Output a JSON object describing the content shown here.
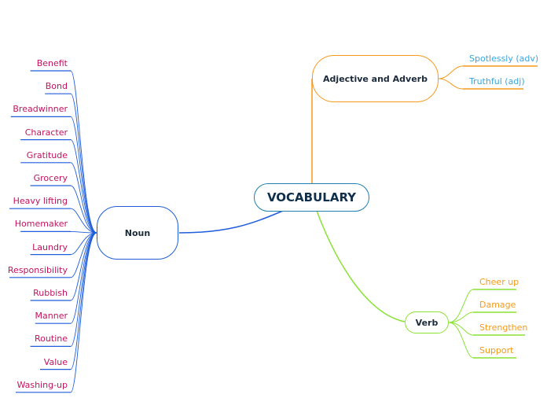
{
  "central": {
    "label": "VOCABULARY"
  },
  "branches": {
    "adjective_adverb": {
      "label": "Adjective and Adverb",
      "color": "#f59a1a",
      "items": [
        "Spotlessly  (adv)",
        "Truthful (adj)"
      ]
    },
    "noun": {
      "label": "Noun",
      "color": "#1f5ddb",
      "items": [
        "Benefit",
        "Bond",
        "Breadwinner",
        "Character",
        "Gratitude",
        "Grocery",
        "Heavy lifting",
        "Homemaker",
        "Laundry",
        "Responsibility",
        "Rubbish",
        "Manner",
        "Routine",
        "Value",
        "Washing-up"
      ]
    },
    "verb": {
      "label": "Verb",
      "color": "#8ae234",
      "items": [
        "Cheer up",
        "Damage",
        "Strengthen",
        "Support"
      ]
    }
  },
  "colors": {
    "central_border": "#1e7fb0",
    "noun_leaf_text": "#c0135e",
    "adj_leaf_text": "#3aa6dd",
    "verb_leaf_text": "#f39a1a"
  }
}
